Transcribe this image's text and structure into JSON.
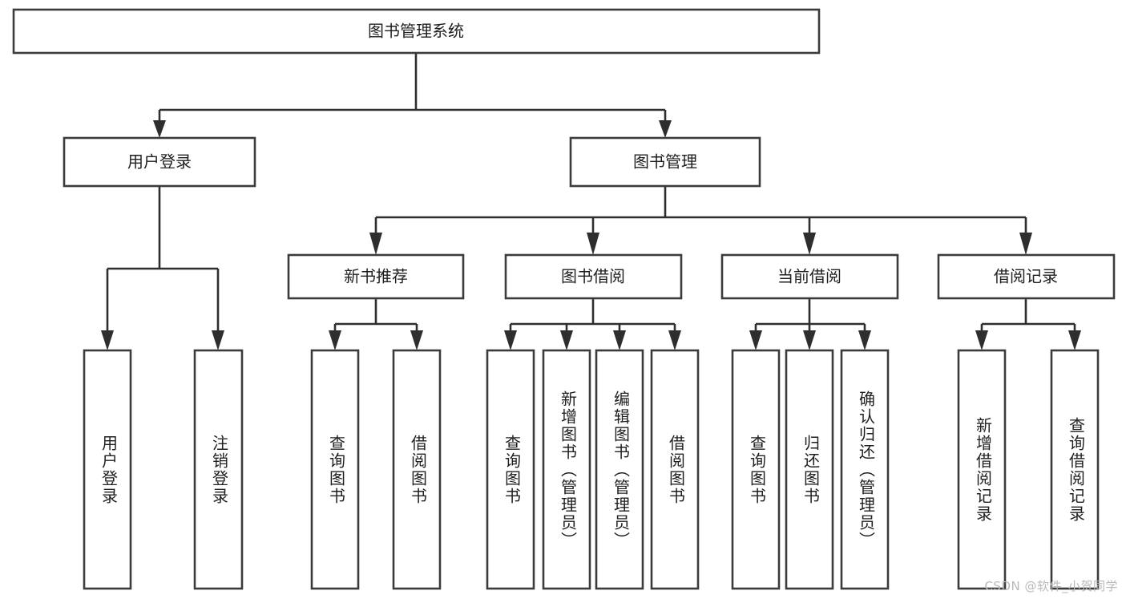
{
  "diagram": {
    "type": "tree",
    "title": "图书管理系统",
    "watermark": "CSDN @软件_小贺同学",
    "colors": {
      "box_stroke": "#3b3b3b",
      "box_fill": "#ffffff",
      "edge": "#2e2e2e",
      "text": "#1f1f1f",
      "watermark": "#b9b9b9",
      "background": "#ffffff"
    },
    "root": {
      "id": "root",
      "label": "图书管理系统"
    },
    "level1": [
      {
        "id": "l1-0",
        "label": "用户登录"
      },
      {
        "id": "l1-1",
        "label": "图书管理"
      }
    ],
    "level2": [
      {
        "id": "l2-0",
        "label": "新书推荐",
        "parent": "l1-1"
      },
      {
        "id": "l2-1",
        "label": "图书借阅",
        "parent": "l1-1"
      },
      {
        "id": "l2-2",
        "label": "当前借阅",
        "parent": "l1-1"
      },
      {
        "id": "l2-3",
        "label": "借阅记录",
        "parent": "l1-1"
      }
    ],
    "leaves": [
      {
        "id": "lf-0",
        "label": "用户登录",
        "parent": "l1-0"
      },
      {
        "id": "lf-1",
        "label": "注销登录",
        "parent": "l1-0"
      },
      {
        "id": "lf-2",
        "label": "查询图书",
        "parent": "l2-0"
      },
      {
        "id": "lf-3",
        "label": "借阅图书",
        "parent": "l2-0"
      },
      {
        "id": "lf-4",
        "label": "查询图书",
        "parent": "l2-1"
      },
      {
        "id": "lf-5",
        "label": "新增图书（管理员）",
        "parent": "l2-1"
      },
      {
        "id": "lf-6",
        "label": "编辑图书（管理员）",
        "parent": "l2-1"
      },
      {
        "id": "lf-7",
        "label": "借阅图书",
        "parent": "l2-1"
      },
      {
        "id": "lf-8",
        "label": "查询图书",
        "parent": "l2-2"
      },
      {
        "id": "lf-9",
        "label": "归还图书",
        "parent": "l2-2"
      },
      {
        "id": "lf-10",
        "label": "确认归还（管理员）",
        "parent": "l2-2"
      },
      {
        "id": "lf-11",
        "label": "新增借阅记录",
        "parent": "l2-3"
      },
      {
        "id": "lf-12",
        "label": "查询借阅记录",
        "parent": "l2-3"
      }
    ]
  }
}
